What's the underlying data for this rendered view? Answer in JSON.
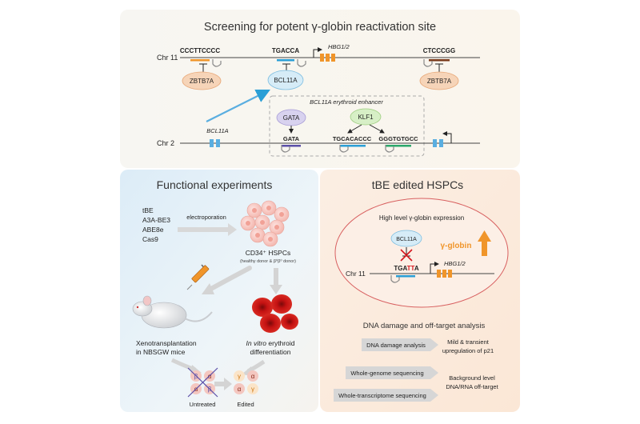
{
  "top": {
    "title": "Screening for potent γ-globin reactivation site",
    "chr11_label": "Chr 11",
    "chr2_label": "Chr 2",
    "seq_left": "CCCTTCCCC",
    "seq_mid": "TGACCA",
    "seq_right": "CTCCCGG",
    "gene_hbg": "HBG1/2",
    "protein_zbtb_left": "ZBTB7A",
    "protein_bcl11a": "BCL11A",
    "protein_zbtb_right": "ZBTB7A",
    "gene_bcl11a": "BCL11A",
    "enhancer_label": "BCL11A erythroid enhancer",
    "gata_protein": "GATA",
    "klf1_protein": "KLF1",
    "seq_gata": "GATA",
    "seq_klf1_a": "TGCACACCC",
    "seq_klf1_b": "GGGTGTGCC"
  },
  "left": {
    "title": "Functional experiments",
    "editors": [
      "tBE",
      "A3A-BE3",
      "ABE8e",
      "Cas9"
    ],
    "electroporation": "electroporation",
    "cd34_label": "CD34⁺ HSPCs",
    "cd34_sub": "(healthy donor & β⁰β⁰ donor)",
    "xeno_line1": "Xenotransplantation",
    "xeno_line2": "in NBSGW mice",
    "invitro_line1_italic": "In vitro",
    "invitro_line1_rest": " erythroid",
    "invitro_line2": "differentiation",
    "untreated": "Untreated",
    "edited": "Edited",
    "untreated_cells": [
      "β",
      "α",
      "α",
      "β"
    ],
    "edited_cells": [
      "γ",
      "α",
      "α",
      "γ"
    ]
  },
  "right": {
    "title": "tBE edited HSPCs",
    "expression_title": "High level γ-globin expression",
    "bcl11a": "BCL11A",
    "gamma_globin": "γ-globin",
    "chr11": "Chr 11",
    "seq_prefix": "TGA",
    "seq_edit": "TT",
    "seq_suffix": "A",
    "hbg": "HBG1/2",
    "analysis_title": "DNA damage and off-target analysis",
    "assay1": "DNA damage analysis",
    "assay2": "Whole-genome sequencing",
    "assay3": "Whole-transcriptome sequencing",
    "result1_line1": "Mild & transient",
    "result1_line2": "upregulation of p21",
    "result2_line1": "Background level",
    "result2_line2": "DNA/RNA off-target"
  },
  "colors": {
    "orange": "#f0952a",
    "blue": "#2a9fd6",
    "red": "#d4141c",
    "green": "#2aa86b",
    "purple": "#5b4fa8"
  }
}
